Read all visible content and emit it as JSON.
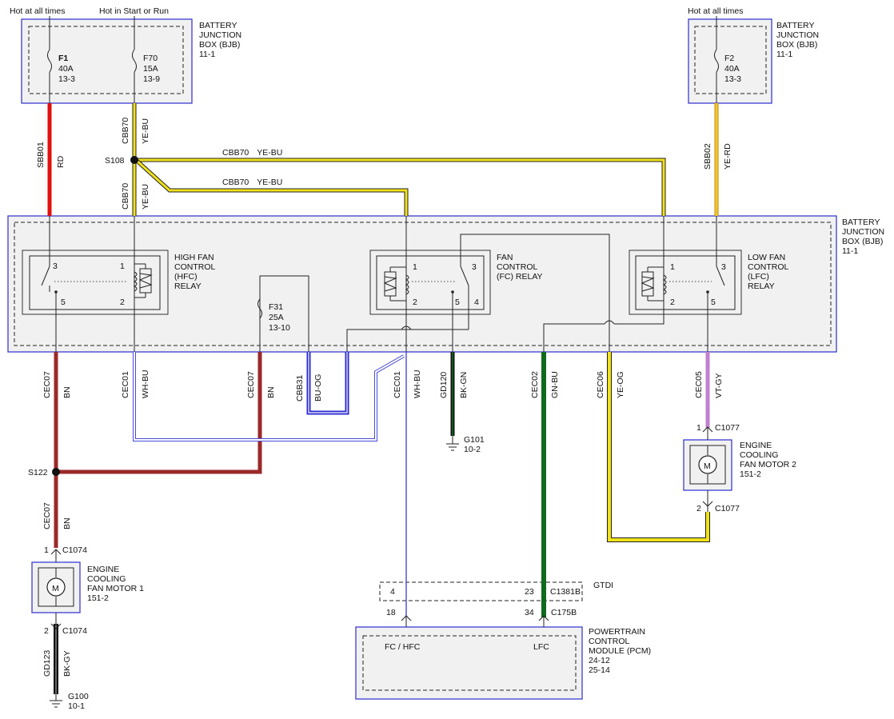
{
  "top": {
    "hot_all_left": "Hot at all times",
    "hot_start_run": "Hot in Start or Run",
    "hot_all_right": "Hot at all times"
  },
  "bjb_left": {
    "l1": "BATTERY",
    "l2": "JUNCTION",
    "l3": "BOX (BJB)",
    "l4": "11-1"
  },
  "bjb_right": {
    "l1": "BATTERY",
    "l2": "JUNCTION",
    "l3": "BOX (BJB)",
    "l4": "11-1"
  },
  "bjb_main": {
    "l1": "BATTERY",
    "l2": "JUNCTION",
    "l3": "BOX (BJB)",
    "l4": "11-1"
  },
  "fuses": {
    "f1": {
      "name": "F1",
      "amps": "40A",
      "ref": "13-3"
    },
    "f70": {
      "name": "F70",
      "amps": "15A",
      "ref": "13-9"
    },
    "f2": {
      "name": "F2",
      "amps": "40A",
      "ref": "13-3"
    },
    "f31": {
      "name": "F31",
      "amps": "25A",
      "ref": "13-10"
    }
  },
  "relays": {
    "hfc": {
      "l1": "HIGH FAN",
      "l2": "CONTROL",
      "l3": "(HFC)",
      "l4": "RELAY",
      "p3": "3",
      "p1": "1",
      "p5": "5",
      "p2": "2"
    },
    "fc": {
      "l1": "FAN",
      "l2": "CONTROL",
      "l3": "(FC) RELAY",
      "p1": "1",
      "p3": "3",
      "p2": "2",
      "p5": "5",
      "p4": "4"
    },
    "lfc": {
      "l1": "LOW FAN",
      "l2": "CONTROL",
      "l3": "(LFC)",
      "l4": "RELAY",
      "p1": "1",
      "p3": "3",
      "p2": "2",
      "p5": "5"
    }
  },
  "splices": {
    "s108": "S108",
    "s122": "S122"
  },
  "wires": {
    "sbb01": {
      "circuit": "SBB01",
      "color": "RD"
    },
    "cbb70_top": {
      "circuit": "CBB70",
      "color": "YE-BU"
    },
    "cbb70_mid": {
      "circuit": "CBB70",
      "color": "YE-BU"
    },
    "cbb70_h1": {
      "circuit": "CBB70",
      "color": "YE-BU"
    },
    "cbb70_h2": {
      "circuit": "CBB70",
      "color": "YE-BU"
    },
    "sbb02": {
      "circuit": "SBB02",
      "color": "YE-RD"
    },
    "cec07_a": {
      "circuit": "CEC07",
      "color": "BN"
    },
    "cec01_a": {
      "circuit": "CEC01",
      "color": "WH-BU"
    },
    "cec07_b": {
      "circuit": "CEC07",
      "color": "BN"
    },
    "cbb31": {
      "circuit": "CBB31",
      "color": "BU-OG"
    },
    "cec01_b": {
      "circuit": "CEC01",
      "color": "WH-BU"
    },
    "gd120": {
      "circuit": "GD120",
      "color": "BK-GN"
    },
    "cec02": {
      "circuit": "CEC02",
      "color": "GN-BU"
    },
    "cec06": {
      "circuit": "CEC06",
      "color": "YE-OG"
    },
    "cec05": {
      "circuit": "CEC05",
      "color": "VT-GY"
    },
    "cec07_c": {
      "circuit": "CEC07",
      "color": "BN"
    },
    "gd123": {
      "circuit": "GD123",
      "color": "BK-GY"
    }
  },
  "grounds": {
    "g101": {
      "name": "G101",
      "ref": "10-2"
    },
    "g100": {
      "name": "G100",
      "ref": "10-1"
    }
  },
  "connectors": {
    "c1074_top": {
      "pin": "1",
      "name": "C1074"
    },
    "c1074_bot": {
      "pin": "2",
      "name": "C1074"
    },
    "c1077_top": {
      "pin": "1",
      "name": "C1077"
    },
    "c1077_bot": {
      "pin": "2",
      "name": "C1077"
    },
    "c1381b": {
      "pin_left": "4",
      "pin_right": "23",
      "name": "C1381B",
      "tag": "GTDI"
    },
    "c175b": {
      "pin_left": "18",
      "pin_right": "34",
      "name": "C175B"
    }
  },
  "motor1": {
    "l1": "ENGINE",
    "l2": "COOLING",
    "l3": "FAN MOTOR 1",
    "l4": "151-2",
    "symbol": "M"
  },
  "motor2": {
    "l1": "ENGINE",
    "l2": "COOLING",
    "l3": "FAN MOTOR 2",
    "l4": "151-2",
    "symbol": "M"
  },
  "pcm": {
    "l1": "POWERTRAIN",
    "l2": "CONTROL",
    "l3": "MODULE (PCM)",
    "l4": "24-12",
    "l5": "25-14",
    "pin_fc": "FC / HFC",
    "pin_lfc": "LFC"
  },
  "colors": {
    "red": "#e01010",
    "yellow": "#f2e21a",
    "blue_wire": "#2b2bd0",
    "brown": "#9a2a2a",
    "green": "#0f6a1e",
    "violet": "#c080d0",
    "box_border": "#3c3cd2"
  }
}
